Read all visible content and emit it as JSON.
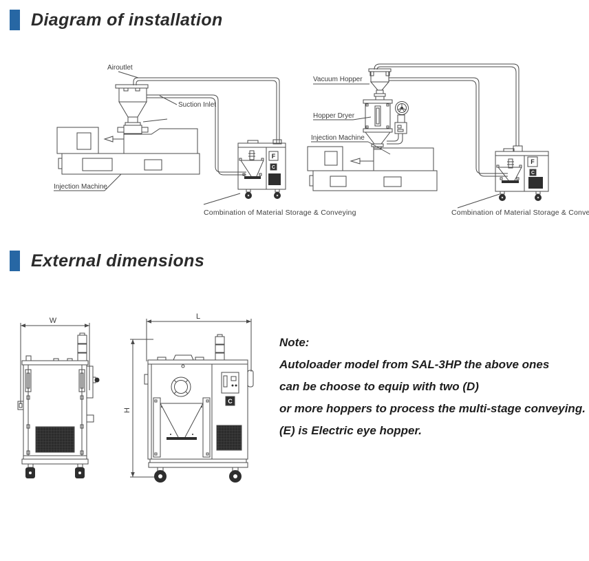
{
  "page": {
    "background": "#ffffff",
    "accent_color": "#2767a4",
    "line_color": "#4a4a4a"
  },
  "sections": {
    "installation": {
      "title": "Diagram of installation",
      "left_diagram": {
        "airoutlet_label": "Airoutlet",
        "suction_inlet_label": "Suction Inlet",
        "injection_machine_label": "Injection Machine",
        "unit_badge_top": "F",
        "unit_badge_bottom": "C",
        "caption": "Combination of Material Storage & Conveying"
      },
      "right_diagram": {
        "vacuum_hopper_label": "Vacuum Hopper",
        "hopper_dryer_label": "Hopper Dryer",
        "injection_machine_label": "Injection Machine",
        "unit_badge_top": "F",
        "unit_badge_bottom": "C",
        "caption": "Combination of Material Storage & Conveying"
      }
    },
    "dimensions": {
      "title": "External dimensions",
      "side_view": {
        "width_label": "W"
      },
      "front_view": {
        "length_label": "L",
        "height_label": "H",
        "panel_badge": "C"
      },
      "note": {
        "heading": "Note:",
        "lines": [
          "Autoloader model from SAL-3HP the above ones",
          "can be choose to equip with two (D)",
          "or more hoppers to process the multi-stage conveying.",
          "(E) is Electric eye hopper."
        ]
      }
    }
  }
}
